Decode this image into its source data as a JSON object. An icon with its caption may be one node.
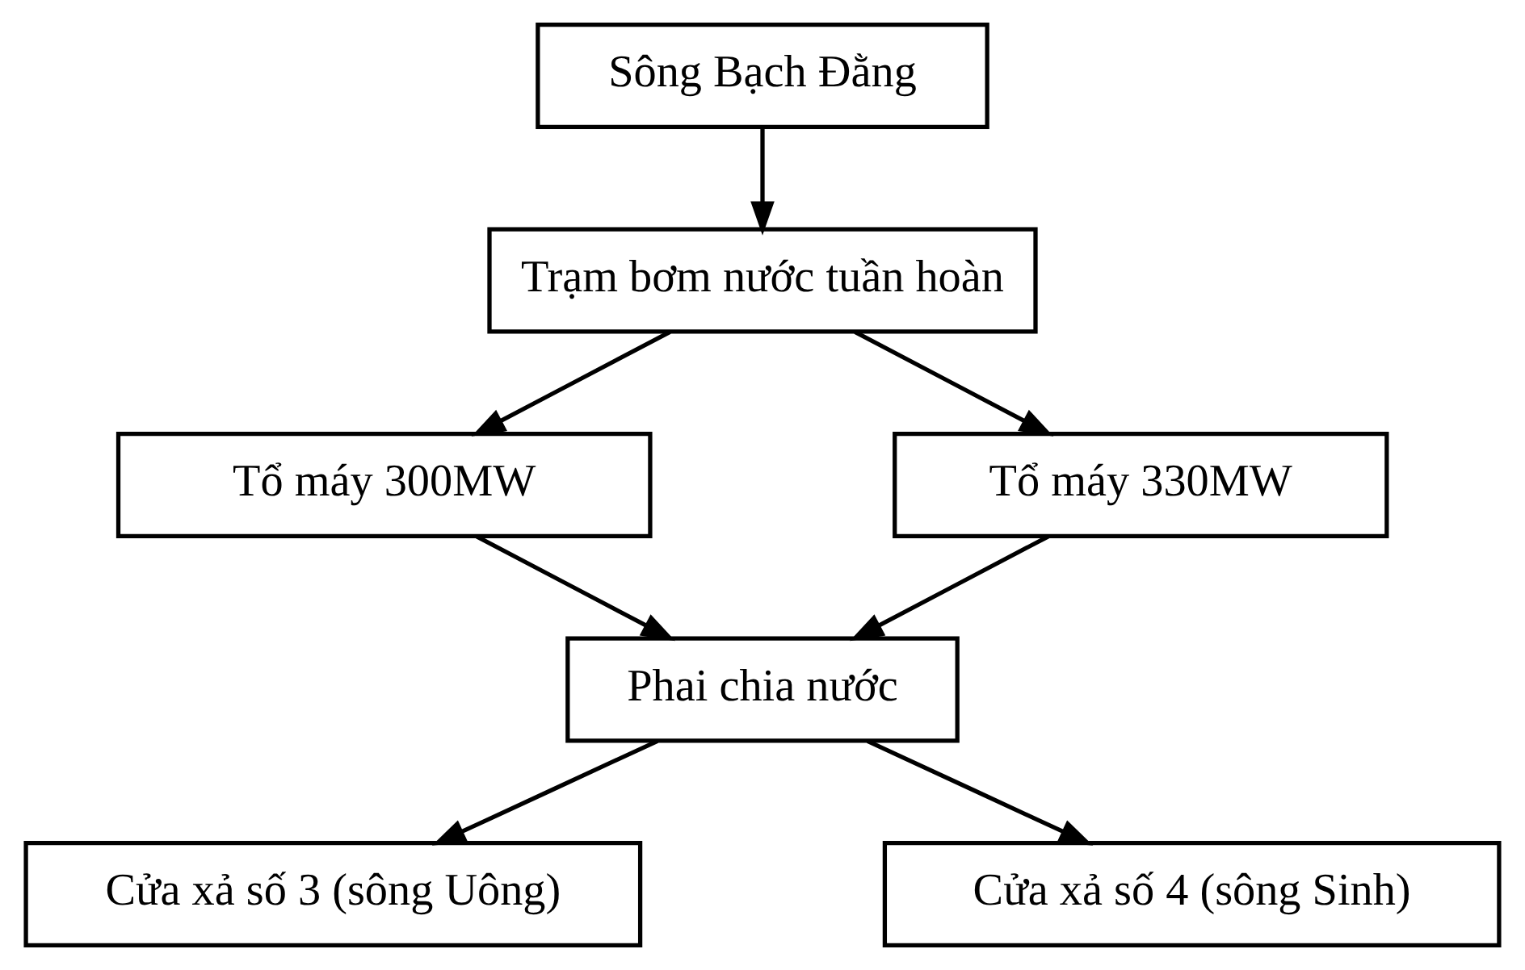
{
  "diagram": {
    "nodes": [
      {
        "text": [
          "Sông Bạch Đằng"
        ]
      },
      {
        "text": [
          "Trạm bơm nước tuần hoàn"
        ]
      },
      {
        "text": [
          "Tổ máy 300MW"
        ]
      },
      {
        "text": [
          "Tổ máy 330MW"
        ]
      },
      {
        "text": [
          "Phai chia nước"
        ]
      },
      {
        "text": [
          "Cửa xả số 3 (sông Uông)"
        ]
      },
      {
        "text": [
          "Cửa xả số 4 (sông Sinh)"
        ]
      }
    ],
    "edges": [
      {
        "from": 0,
        "to": 1,
        "arrow": "to"
      },
      {
        "from": 1,
        "to": 2,
        "arrow": "to"
      },
      {
        "from": 1,
        "to": 3,
        "arrow": "to"
      },
      {
        "from": 2,
        "to": 4,
        "arrow": "to"
      },
      {
        "from": 3,
        "to": 4,
        "arrow": "to"
      },
      {
        "from": 4,
        "to": 5,
        "arrow": "to"
      },
      {
        "from": 4,
        "to": 6,
        "arrow": "to"
      }
    ]
  }
}
